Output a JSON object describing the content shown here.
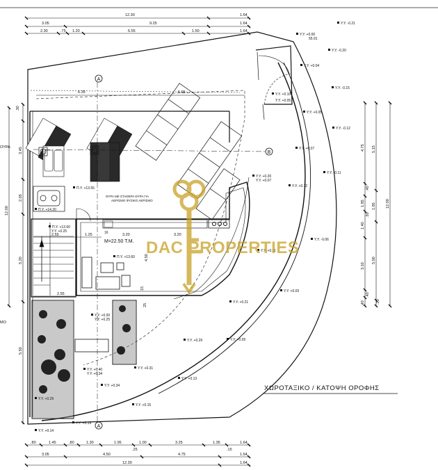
{
  "title": "ΧΩΡΟΤΑΞΙΚΟ / ΚΑΤΟΨΗ ΟΡΟΦΗΣ",
  "watermark": "DAC PROPERTIES",
  "watermark_color": "#c9a227",
  "line_color": "#111111",
  "dims_top": {
    "row1": [
      "12.30",
      "1.64"
    ],
    "row2": [
      "3.05",
      "9.25",
      "1.64"
    ],
    "row3": [
      "2.30",
      ".75",
      "1.20",
      "6.55",
      "1.50",
      "1.64"
    ]
  },
  "dims_bottom": {
    "row1": [
      ".80",
      "1.45",
      ".80",
      "1.30",
      "1.95",
      "1.00",
      "3.25",
      "1.35",
      "1.64"
    ],
    "row1b": [
      ".25",
      ".15"
    ],
    "row2": [
      "3.05",
      "4.50",
      "4.75",
      "1.64"
    ],
    "row3": [
      "12.30",
      "1.64"
    ]
  },
  "dims_left": [
    "12.00",
    "3.45",
    "2.05",
    "5.20",
    "5.50",
    ".30"
  ],
  "dims_right": {
    "col1": [
      "4.75",
      "1.85",
      "1.40",
      "3.10",
      ".40",
      ".50",
      ".40",
      ".40"
    ],
    "col2": [
      "5.15",
      "1.85",
      "5.00",
      ".20"
    ],
    "col3": [
      "12.00"
    ]
  },
  "inner_dims": [
    "6.35",
    "5.95",
    "2.55",
    "1.25",
    "3.20",
    "3.20",
    "2.55",
    "4.50",
    "15",
    "25"
  ],
  "grid_markers": [
    "A",
    "B",
    "A"
  ],
  "area_label": "M=22.50 T.M.",
  "door_note": [
    "ΘΥΡΑ ΜΕ ΣΤΑΘΕΡΑ ΘΥΡΑ ΓΙΑ",
    "ΑΕΡΙΣΜΟ ΦΥΣΙΚΟ ΑΕΡΙΣΜΟ"
  ],
  "left_notes": [
    "ΟΥΡΑ",
    "ΜΟ"
  ],
  "dim_16": "16",
  "levels": [
    "Υ.Υ. +0.00",
    "55.91",
    "Υ.Υ. -0.21",
    "Υ.Υ. -0.20",
    "Υ.Υ. +0.04",
    "Υ.Υ. -0.15",
    "Υ.Υ. +0.10",
    "Υ.Υ. +0.05",
    "Υ.Υ. +0.05",
    "Υ.Υ. -0.12",
    "Υ.Υ. +0.07",
    "Υ.Υ. -0.11",
    "Υ.Υ. +0.20",
    "Υ.Υ. +0.07",
    "Υ.Υ. +0.12",
    "Π.Υ. +13.55",
    "Π.Υ. +14.20",
    "Π.Υ. +13.60",
    "Υ.Υ. +0.25",
    "Π.Υ. +13.60",
    "Υ.Υ. +0.11",
    "Υ.Υ. -0.06",
    "Υ.Υ. +0.03",
    "Υ.Υ. +0.21",
    "Υ.Υ. +0.00",
    "Υ.Υ. +0.25",
    "Υ.Υ. +0.29",
    "Υ.Υ. +0.09",
    "Υ.Υ. +0.40",
    "Υ.Υ. +0.34",
    "Υ.Υ. +0.31",
    "Υ.Υ. +0.13",
    "Υ.Υ. +0.34",
    "Υ.Υ. +0.29",
    "Υ.Υ. +0.15",
    "Υ.Υ. +0.19",
    "Υ.Υ. +0.14"
  ]
}
